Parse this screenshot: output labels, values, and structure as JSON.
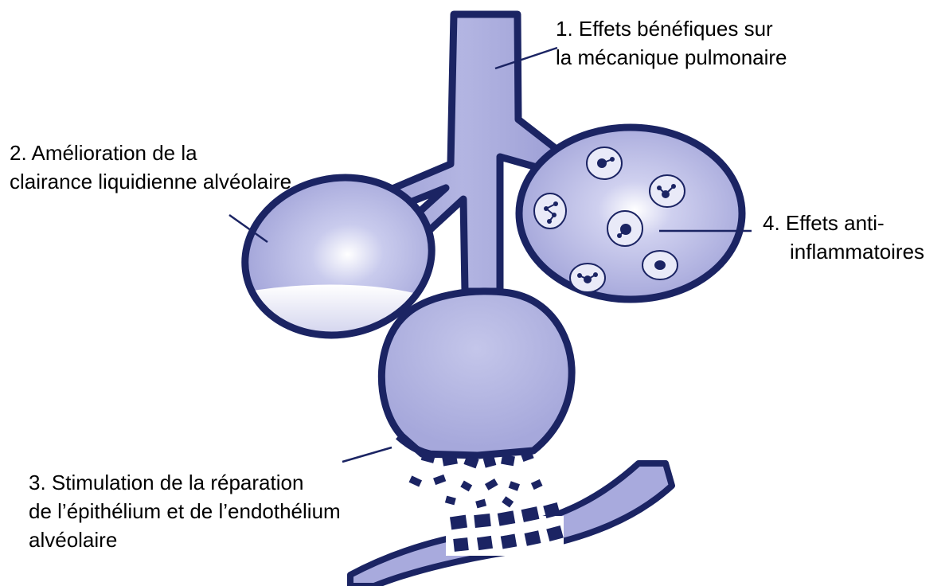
{
  "labels": {
    "effect_1": [
      "1. Effets bénéfiques sur",
      "la mécanique pulmonaire"
    ],
    "effect_2": [
      "2. Amélioration de la",
      "clairance liquidienne alvéolaire"
    ],
    "effect_3": [
      "3. Stimulation de la réparation",
      "de l’épithélium et de l’endothélium",
      "alvéolaire"
    ],
    "effect_4": [
      "4. Effets anti-",
      "inflammatoires"
    ]
  },
  "colors": {
    "tissue_fill": "#a8aadd",
    "tissue_outline": "#1b2463",
    "highlight": "#ffffff",
    "cell_fill": "#e9eaf8",
    "leader_line": "#1b2463"
  }
}
